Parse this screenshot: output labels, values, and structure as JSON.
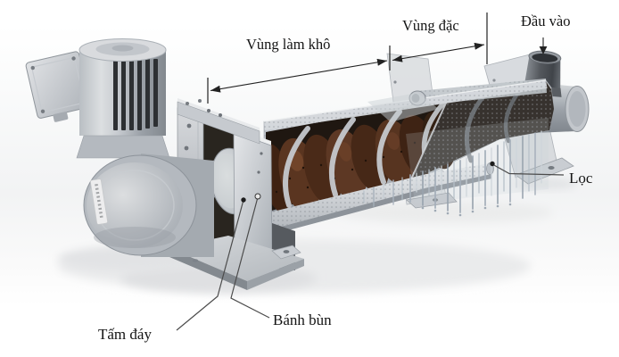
{
  "figure": {
    "alt": "Cutaway 3D illustration of a screw press sludge dewatering machine with Vietnamese annotations",
    "labels": {
      "drying_zone": "Vùng làm khô",
      "thickening_zone": "Vùng đặc",
      "inlet": "Đầu vào",
      "filtrate": "Lọc",
      "bottom_plate": "Tấm đáy",
      "sludge_cake": "Bánh bùn"
    },
    "colors": {
      "background": "#ffffff",
      "annotation": "#222222",
      "metal_light": "#dcdfe2",
      "metal_mid": "#b4b9bf",
      "metal_dark": "#878d94",
      "interior_dark": "#1f1711",
      "sludge_brown": "#5a3520",
      "filtrate_water": "#aab4bf"
    }
  }
}
